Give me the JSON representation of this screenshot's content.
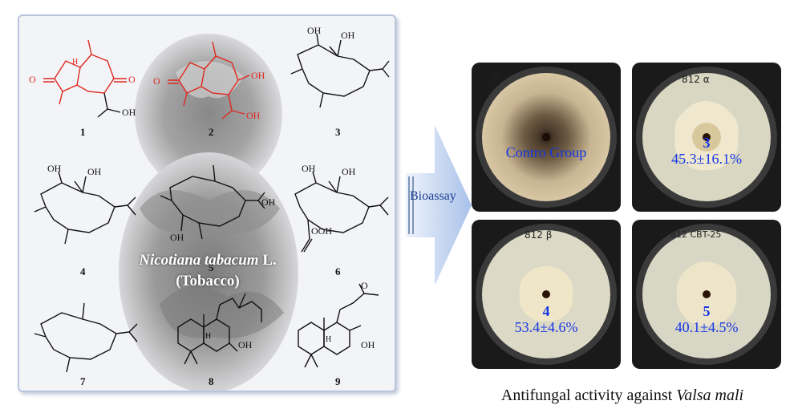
{
  "compounds": {
    "c1": "1",
    "c2": "2",
    "c3": "3",
    "c4": "4",
    "c5": "5",
    "c6": "6",
    "c7": "7",
    "c8": "8",
    "c9": "9"
  },
  "plant": {
    "latin": "Nicotiana tabacum",
    "authority": "L.",
    "common": "(Tobacco)"
  },
  "arrow": {
    "label": "Bioassay"
  },
  "dishes": [
    {
      "tag": "CK-81",
      "label": "Contro Group",
      "compound": "",
      "inhibition": ""
    },
    {
      "tag": "812 α",
      "label": "",
      "compound": "3",
      "inhibition": "45.3±16.1%"
    },
    {
      "tag": "812 β",
      "label": "",
      "compound": "4",
      "inhibition": "53.4±4.6%"
    },
    {
      "tag": "812 CBT-25",
      "label": "",
      "compound": "5",
      "inhibition": "40.1±4.5%"
    }
  ],
  "caption": {
    "prefix": "Antifungal activity against ",
    "organism": "Valsa mali"
  },
  "colors": {
    "highlight_structure": "#e0281e",
    "result_text": "#1737e6",
    "arrow": "#a9c2ea"
  }
}
